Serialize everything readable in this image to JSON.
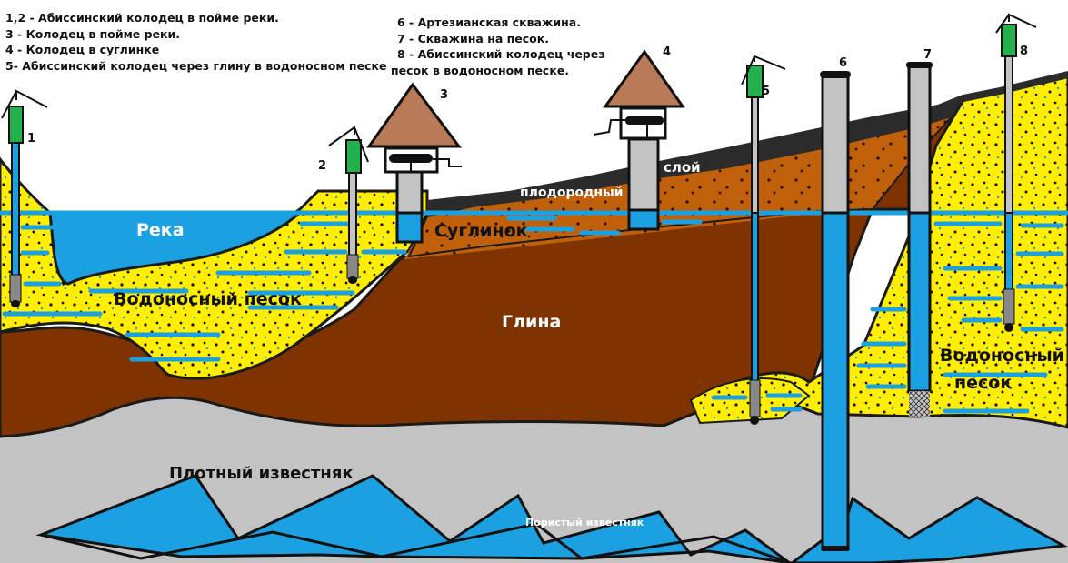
{
  "legend_left": {
    "items": [
      "1,2 - Абиссинский колодец в пойме реки.",
      "3 - Колодец в пойме реки.",
      "4 - Колодец в суглинке",
      "5- Абиссинский колодец через глину в водоносном песке"
    ]
  },
  "legend_right": {
    "items": [
      "6 - Артезианская скважина.",
      "7 - Скважина на песок.",
      "8 - Абиссинский колодец через",
      "песок в водоносном песке."
    ]
  },
  "layers": {
    "river": "Река",
    "aquifer_sand_left": "Водоносный песок",
    "loam": "Суглинок",
    "fertile_1": "плодородный",
    "fertile_2": "слой",
    "clay": "Глина",
    "aquifer_sand_right_1": "Водоносный",
    "aquifer_sand_right_2": "песок",
    "dense_limestone": "Плотный известняк",
    "porous_limestone": "Пористый известняк"
  },
  "well_numbers": [
    "1",
    "2",
    "3",
    "4",
    "5",
    "6",
    "7",
    "8"
  ],
  "colors": {
    "sand": "#ffee00",
    "water": "#1ba1e2",
    "clay": "#7f3300",
    "loam": "#c0600a",
    "topsoil": "#2b2b2b",
    "limestone": "#c3c3c3",
    "pump_green": "#22b14c",
    "roof": "#b97a57"
  }
}
